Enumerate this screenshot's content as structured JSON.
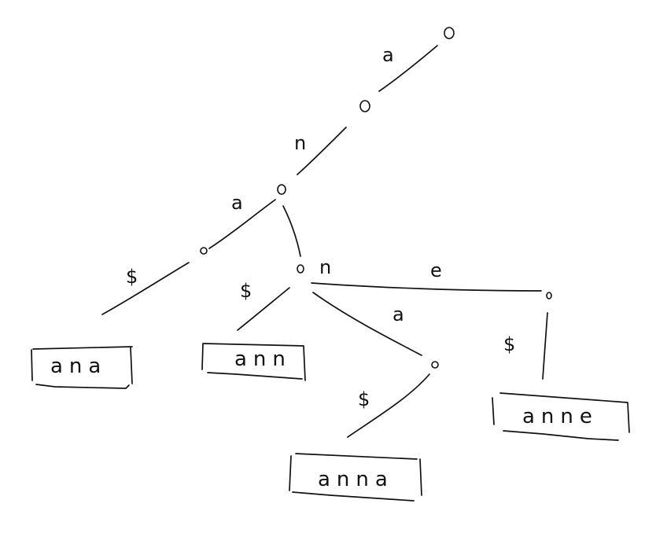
{
  "diagram": {
    "edge_labels": {
      "root_a": "a",
      "n": "n",
      "a_to_ana": "a",
      "dollar_ana": "$",
      "n_branch": "n",
      "dollar_ann": "$",
      "a_to_anna": "a",
      "e": "e",
      "dollar_anna": "$",
      "dollar_anne": "$"
    },
    "leaves": {
      "ana": "ana",
      "ann": "ann",
      "anna": "anna",
      "anne": "anne"
    }
  }
}
